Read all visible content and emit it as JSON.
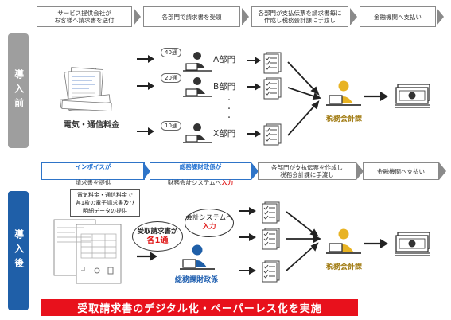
{
  "sections": {
    "before": "導入前",
    "after": "導入後"
  },
  "before_steps": [
    "サービス提供会社が\nお客様へ請求書を送付",
    "各部門で請求書を受領",
    "各部門が支払伝票を請求書毎に\n作成し税務会計課に手渡し",
    "金融機関へ支払い"
  ],
  "after_steps": {
    "s1_prefix": "インボイスが",
    "s1_suffix": "請求書を提供",
    "s2_prefix": "総務課財政係が",
    "s2_mid": "財務会計システムへ",
    "s2_red": "入力",
    "s3": "各部門が支払伝票を作成し\n税務会計課に手渡し",
    "s4": "金融機関へ支払い"
  },
  "before_flow": {
    "doc_label": "電気・通信料金",
    "badges": [
      "40通",
      "20通",
      "10通"
    ],
    "departments": [
      "A部門",
      "B部門",
      "X部門"
    ],
    "ellipsis": "・\n・\n・",
    "tax_label": "税務会計課"
  },
  "after_flow": {
    "note": "電気料金・通信料金で\n各1枚の電子請求書及び\n明細データの提供",
    "bubble_left_line1": "受取請求書が",
    "bubble_left_line2": "各1通",
    "bubble_right_line1": "会計システムへ",
    "bubble_right_line2": "入力",
    "finance_label": "総務課財政係",
    "tax_label": "税務会計課"
  },
  "banner": "受取請求書のデジタル化・ペーパーレス化を実施",
  "colors": {
    "before_side": "#9e9e9e",
    "after_side": "#1f5fa8",
    "accent_red": "#e8111c",
    "accent_blue": "#2e74c8",
    "gold": "#e8b323"
  }
}
